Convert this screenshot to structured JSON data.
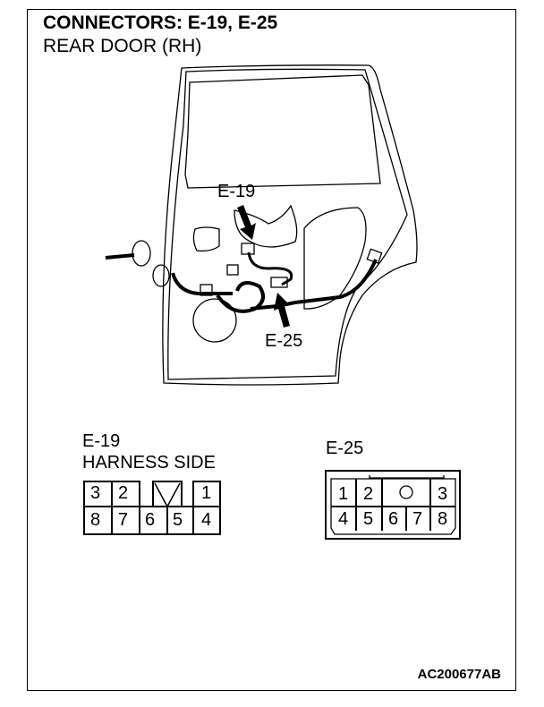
{
  "header": {
    "title": "CONNECTORS: E-19, E-25",
    "subtitle": "REAR DOOR (RH)"
  },
  "diagram": {
    "callout_e19": "E-19",
    "callout_e25": "E-25"
  },
  "e19": {
    "label": "E-19",
    "side": "HARNESS SIDE",
    "top_row": [
      "3",
      "2",
      "1"
    ],
    "bottom_row": [
      "8",
      "7",
      "6",
      "5",
      "4"
    ]
  },
  "e25": {
    "label": "E-25",
    "top_row": [
      "1",
      "2",
      "3"
    ],
    "bottom_row": [
      "4",
      "5",
      "6",
      "7",
      "8"
    ]
  },
  "footer": {
    "code": "AC200677AB"
  }
}
